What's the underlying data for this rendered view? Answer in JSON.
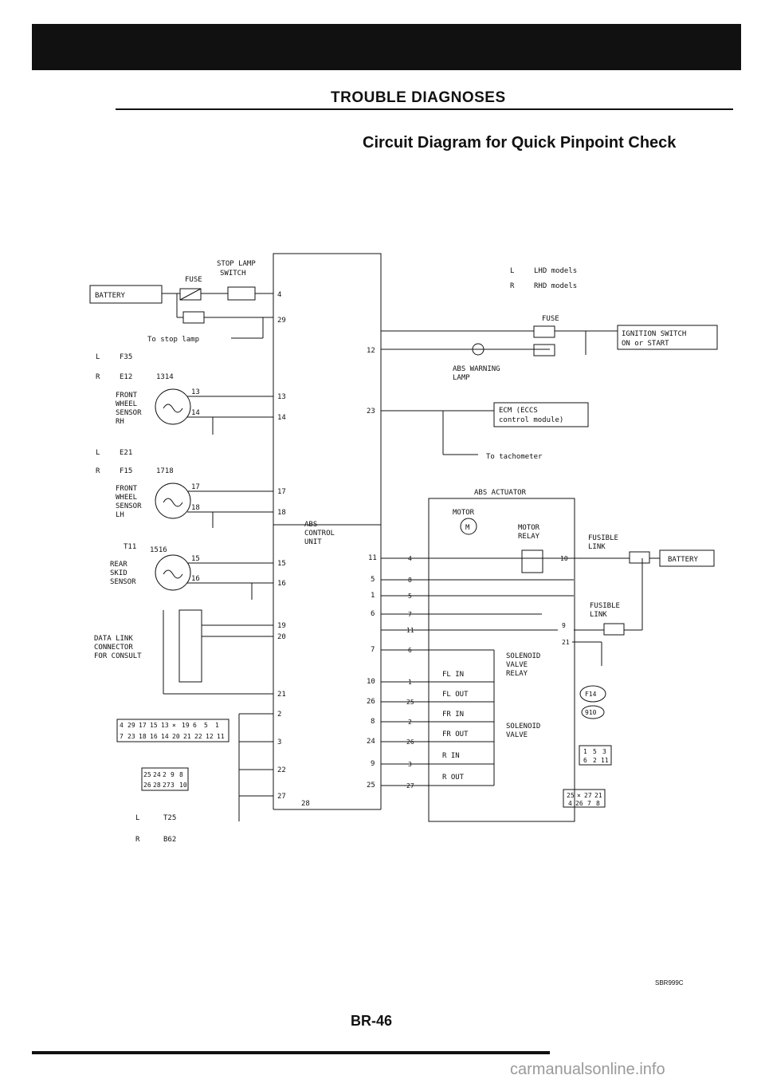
{
  "header": {
    "title": "TROUBLE DIAGNOSES",
    "subtitle": "Circuit Diagram for Quick Pinpoint Check"
  },
  "legend": {
    "lhd": "LHD models",
    "rhd": "RHD models",
    "l_sym": "L",
    "r_sym": "R"
  },
  "left": {
    "battery": "BATTERY",
    "fuse": "FUSE",
    "stop_lamp_switch": [
      "STOP LAMP",
      "SWITCH"
    ],
    "to_stop_lamp": "To stop lamp",
    "conn_f35": "F35",
    "conn_e12": "E12",
    "conn_1314": "1314",
    "front_rh": [
      "FRONT",
      "WHEEL",
      "SENSOR",
      "RH"
    ],
    "conn_e21": "E21",
    "conn_f15": "F15",
    "conn_1718": "1718",
    "front_lh": [
      "FRONT",
      "WHEEL",
      "SENSOR",
      "LH"
    ],
    "conn_t11": "T11",
    "conn_1516": "1516",
    "rear": [
      "REAR",
      "SKID",
      "SENSOR"
    ],
    "data_link": [
      "DATA LINK",
      "CONNECTOR",
      "FOR CONSULT"
    ],
    "conn_t25": "T25",
    "conn_b62": "B62",
    "pins_13": "13",
    "pins_14": "14",
    "pins_17": "17",
    "pins_18": "18",
    "pins_15": "15",
    "pins_16": "16",
    "pinout_row1": [
      "4",
      "29",
      "17",
      "15",
      "13",
      "×",
      "19",
      "6",
      "5",
      "1"
    ],
    "pinout_row2": [
      "7",
      "23",
      "18",
      "16",
      "14",
      "20",
      "21",
      "22",
      "12",
      "11"
    ],
    "pinout2_row1": [
      "25",
      "24",
      "2",
      "9",
      "8"
    ],
    "pinout2_row2": [
      "26",
      "28",
      "27",
      "3",
      "10"
    ]
  },
  "abs_unit": {
    "label": [
      "ABS",
      "CONTROL",
      "UNIT"
    ],
    "left_pins": [
      "4",
      "29",
      "13",
      "14",
      "17",
      "18",
      "15",
      "16",
      "19",
      "20",
      "21",
      "2",
      "3",
      "22",
      "27",
      "28"
    ],
    "right_pins": [
      "12",
      "23",
      "11",
      "5",
      "1",
      "6",
      "7",
      "10",
      "26",
      "8",
      "24",
      "9",
      "25"
    ]
  },
  "right": {
    "fuse": "FUSE",
    "ignition": [
      "IGNITION SWITCH",
      "ON or START"
    ],
    "abs_warning": [
      "ABS WARNING",
      "LAMP"
    ],
    "ecm": [
      "ECM (ECCS",
      "control module)"
    ],
    "to_tachometer": "To tachometer",
    "actuator": "ABS ACTUATOR",
    "motor": "MOTOR",
    "motor_sym": "M",
    "motor_relay": [
      "MOTOR",
      "RELAY"
    ],
    "fusible_link": [
      "FUSIBLE",
      "LINK"
    ],
    "battery": "BATTERY",
    "solenoid_relay": [
      "SOLENOID",
      "VALVE",
      "RELAY"
    ],
    "solenoid_valve": [
      "SOLENOID",
      "VALVE"
    ],
    "valves": [
      "FL IN",
      "FL OUT",
      "FR IN",
      "FR OUT",
      "R IN",
      "R OUT"
    ],
    "nodes": [
      "4",
      "8",
      "5",
      "7",
      "11",
      "6",
      "1",
      "25",
      "2",
      "26",
      "3",
      "27"
    ],
    "relay_pins": [
      "10",
      "9",
      "21"
    ],
    "conn_f14": "F14",
    "conn_910": "910",
    "pin_box1": [
      [
        "1",
        "5",
        "3"
      ],
      [
        "6",
        "2",
        "11"
      ]
    ],
    "pin_box2": [
      [
        "25",
        "×",
        "27",
        "21"
      ],
      [
        "4",
        "26",
        "7",
        "8"
      ]
    ]
  },
  "footer": {
    "ref": "SBR999C",
    "page": "BR-46",
    "watermark": "carmanualsonline.info"
  }
}
